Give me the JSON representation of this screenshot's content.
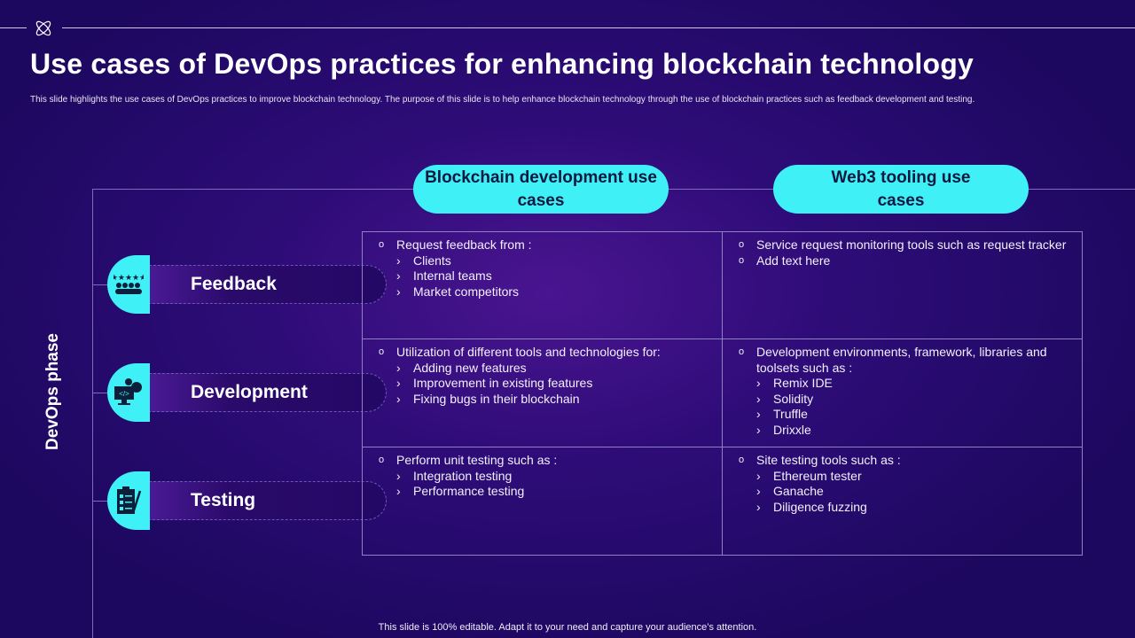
{
  "header": {
    "title": "Use cases of DevOps practices for enhancing blockchain technology",
    "subtitle": "This slide highlights the use cases of DevOps practices to improve blockchain technology. The purpose of this slide is to help enhance blockchain technology through the use of blockchain practices such as feedback development and testing."
  },
  "columns": [
    "Blockchain development use cases",
    "Web3 tooling use cases"
  ],
  "axis_label": "DevOps phase",
  "rows": [
    {
      "label": "Feedback",
      "icon": "feedback-rating-icon",
      "cells": [
        {
          "items": [
            {
              "text": "Request feedback from :",
              "sub": [
                "Clients",
                "Internal teams",
                "Market competitors"
              ]
            }
          ]
        },
        {
          "items": [
            {
              "text": "Service request monitoring tools such as  request tracker",
              "sub": []
            },
            {
              "text": "Add text here",
              "sub": []
            }
          ]
        }
      ]
    },
    {
      "label": "Development",
      "icon": "code-gear-monitor-icon",
      "cells": [
        {
          "items": [
            {
              "text": "Utilization of different tools and technologies for:",
              "sub": [
                "Adding new features",
                "Improvement in existing features",
                "Fixing bugs in their blockchain"
              ]
            }
          ]
        },
        {
          "items": [
            {
              "text": "Development environments, framework, libraries and toolsets such as :",
              "sub": [
                "Remix IDE",
                "Solidity",
                "Truffle",
                "Drixxle"
              ]
            }
          ]
        }
      ]
    },
    {
      "label": "Testing",
      "icon": "checklist-clipboard-icon",
      "cells": [
        {
          "items": [
            {
              "text": "Perform unit testing such as :",
              "sub": [
                "Integration testing",
                "Performance testing"
              ]
            }
          ]
        },
        {
          "items": [
            {
              "text": "Site testing tools such as :",
              "sub": [
                "Ethereum tester",
                "Ganache",
                "Diligence fuzzing"
              ]
            }
          ]
        }
      ]
    }
  ],
  "footer": "This slide is 100% editable. Adapt it to your need and capture your audience’s attention.",
  "colors": {
    "accent": "#3ff0f6",
    "background": "#1d0860"
  }
}
